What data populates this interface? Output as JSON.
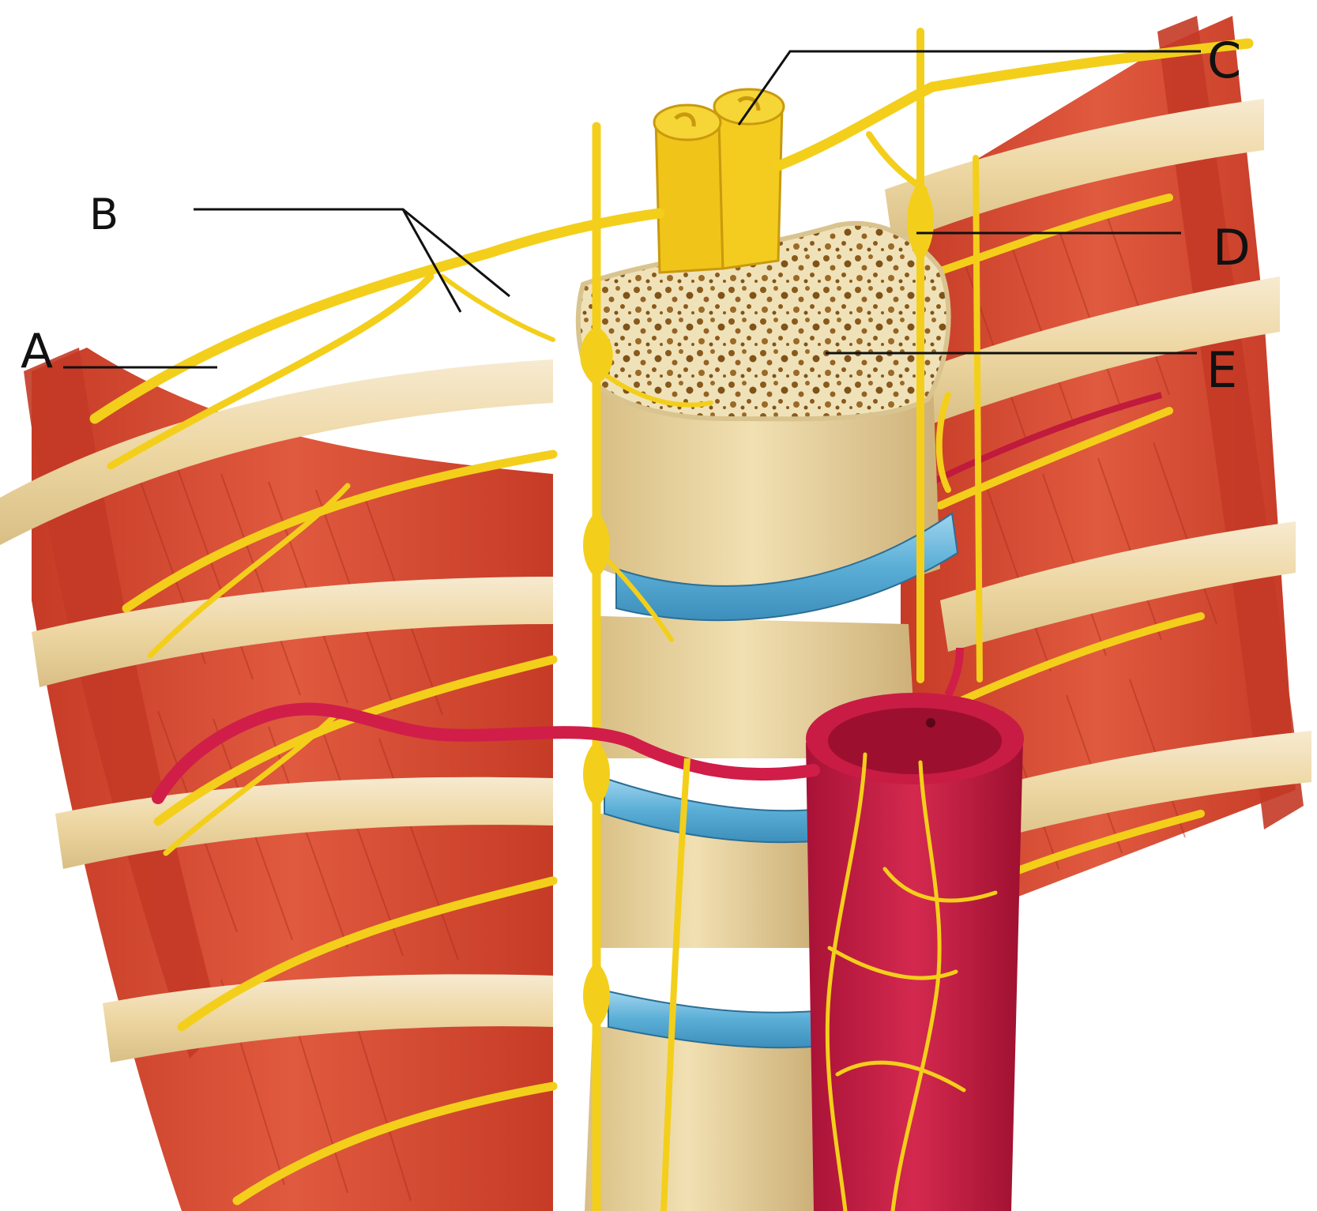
{
  "labels": {
    "a": "A",
    "b": "B",
    "c": "C",
    "d": "D",
    "e": "E"
  },
  "colors": {
    "muscle": "#d2452e",
    "muscle_dark": "#b8321f",
    "rib": "#efd9a6",
    "nerve": "#f5d21e",
    "bone": "#e8d29c",
    "disc": "#62b3d9",
    "aorta": "#c0183f",
    "artery": "#d61d4b",
    "leader_line": "#111111"
  }
}
